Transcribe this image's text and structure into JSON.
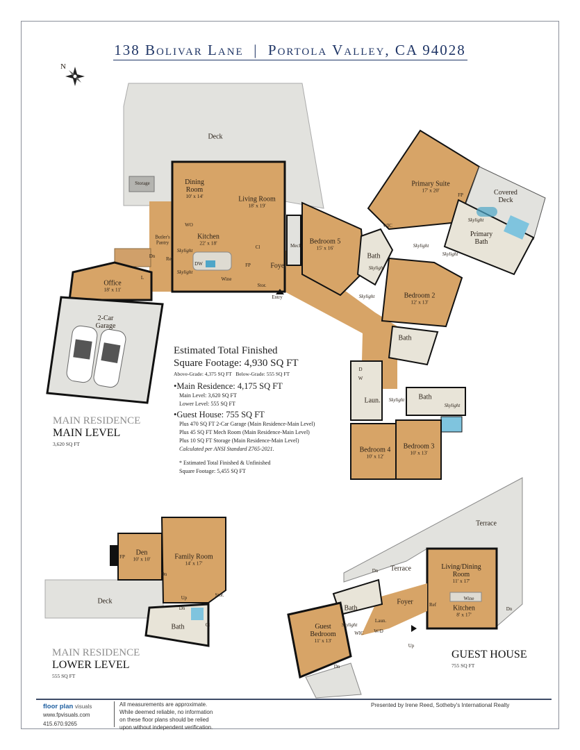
{
  "title": {
    "address": "138 Bolivar Lane",
    "separator": "|",
    "city": "Portola Valley, CA 94028"
  },
  "compass": {
    "letter": "N",
    "icon": "compass-rose-icon"
  },
  "colors": {
    "wood": "#d7a467",
    "deck": "#e2e2de",
    "wall": "#111111",
    "title": "#1f3566",
    "tile": "#e8e4d8",
    "water": "#4fa6c8"
  },
  "main_level": {
    "deck": "Deck",
    "storage": "Storage",
    "dining": {
      "name": "Dining Room",
      "dims": "10' x 14'"
    },
    "living": {
      "name": "Living Room",
      "dims": "18' x 19'"
    },
    "kitchen": {
      "name": "Kitchen",
      "dims": "22' x 18'"
    },
    "butlers_pantry": "Butler's Pantry",
    "wo": "WO",
    "ref": "Ref",
    "dw": "DW",
    "wine": "Wine",
    "skylight": "Skylight",
    "fp": "FP",
    "cl": "Cl",
    "stor": "Stor.",
    "foyer": "Foyer",
    "entry": "Entry",
    "mech": "Mech",
    "dn": "Dn",
    "l": "L",
    "office": {
      "name": "Office",
      "dims": "18' x 11'"
    },
    "garage": "2-Car Garage",
    "bedroom5": {
      "name": "Bedroom 5",
      "dims": "15' x 16'"
    },
    "bath": "Bath",
    "wic": "WIC",
    "primary_suite": {
      "name": "Primary Suite",
      "dims": "17' x 20'"
    },
    "covered_deck": "Covered Deck",
    "primary_bath": "Primary Bath",
    "bedroom2": {
      "name": "Bedroom 2",
      "dims": "12' x 13'"
    },
    "laun": "Laun.",
    "d": "D",
    "w": "W",
    "bedroom4": {
      "name": "Bedroom 4",
      "dims": "10' x 12'"
    },
    "bedroom3": {
      "name": "Bedroom 3",
      "dims": "10' x 13'"
    },
    "section_line1": "MAIN RESIDENCE",
    "section_line2": "MAIN LEVEL",
    "section_sqft": "3,620 SQ FT"
  },
  "summary": {
    "heading1": "Estimated Total Finished",
    "heading2": "Square Footage: 4,930 SQ FT",
    "above_grade": "Above-Grade: 4,375 SQ FT",
    "below_grade": "Below-Grade: 555 SQ FT",
    "main_residence": "Main Residence: 4,175 SQ FT",
    "main_level": "Main Level: 3,620 SQ FT",
    "lower_level": "Lower Level: 555 SQ FT",
    "guest_house": "Guest House: 755 SQ FT",
    "plus": [
      "Plus 470 SQ FT 2-Car Garage (Main Residence-Main Level)",
      "Plus 45 SQ FT Mech Room (Main Residence-Main Level)",
      "Plus 10 SQ FT Storage (Main Residence-Main Level)"
    ],
    "standard": "Calculated per ANSI Standard Z765-2021.",
    "note1": "* Estimated Total Finished & Unfinished",
    "note2": "Square Footage: 5,455 SQ FT"
  },
  "lower_level": {
    "den": {
      "name": "Den",
      "dims": "10' x 10'"
    },
    "family": {
      "name": "Family Room",
      "dims": "14' x 17'"
    },
    "fp": "FP",
    "dn": "Dn",
    "up": "Up",
    "stor": "Stor.",
    "deck": "Deck",
    "bath": "Bath",
    "cl": "Cl",
    "section_line1": "MAIN RESIDENCE",
    "section_line2": "LOWER LEVEL",
    "section_sqft": "555 SQ FT"
  },
  "guest_house": {
    "terrace": "Terrace",
    "living": {
      "name": "Living/Dining Room",
      "dims": "11' x 17'"
    },
    "kitchen": {
      "name": "Kitchen",
      "dims": "8' x 17'"
    },
    "wine": "Wine",
    "ref": "Ref",
    "foyer": "Foyer",
    "bath": "Bath",
    "laun": "Laun.",
    "wd": "W/D",
    "wic": "WIC",
    "skylight": "Skylight",
    "guest_bedroom": {
      "name": "Guest Bedroom",
      "dims": "11' x 13'"
    },
    "dn": "Dn",
    "up": "Up",
    "section_title": "GUEST HOUSE",
    "section_sqft": "755 SQ FT"
  },
  "footer": {
    "brand": "floor plan",
    "brand_suffix": "visuals",
    "website": "www.fpvisuals.com",
    "phone": "415.670.9265",
    "disclaimer": [
      "All measurements are approximate.",
      "While deemed reliable, no information",
      "on these floor plans should be relied",
      "upon without independent verification."
    ],
    "presented_by": "Presented by Irene Reed, Sotheby's International Realty"
  }
}
